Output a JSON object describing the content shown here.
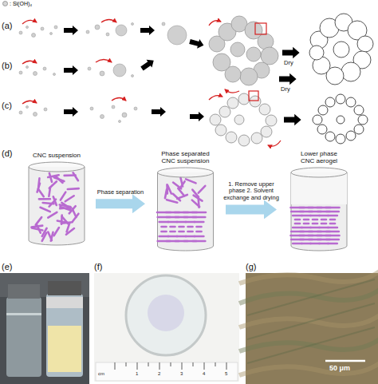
{
  "diagram": {
    "nodes": [
      {
        "text": [
          "CNC suspension"
        ]
      },
      {
        "text": [
          "Phase separated CNC suspension"
        ]
      },
      {
        "text": [
          "Lower phase CNC aerogel"
        ]
      }
    ],
    "edges": [
      {
        "from": 0,
        "to": 1,
        "arrow": "to",
        "label": "Phase separation"
      },
      {
        "from": 1,
        "to": 2,
        "arrow": "to",
        "label": "1. Remove upper phase 2. Solvent exchange and drying"
      }
    ],
    "labels": [
      "(a)",
      "(b)",
      "(c)",
      "Dry",
      "Dry",
      "(d)",
      "(e)",
      "(f)",
      "(g)",
      "cm",
      "1",
      "2",
      "3",
      "4",
      "5",
      "50 μm"
    ],
    "legend": [
      {
        "text": ": Si(OH)₄",
        "color": "#d4d4d4"
      }
    ]
  }
}
